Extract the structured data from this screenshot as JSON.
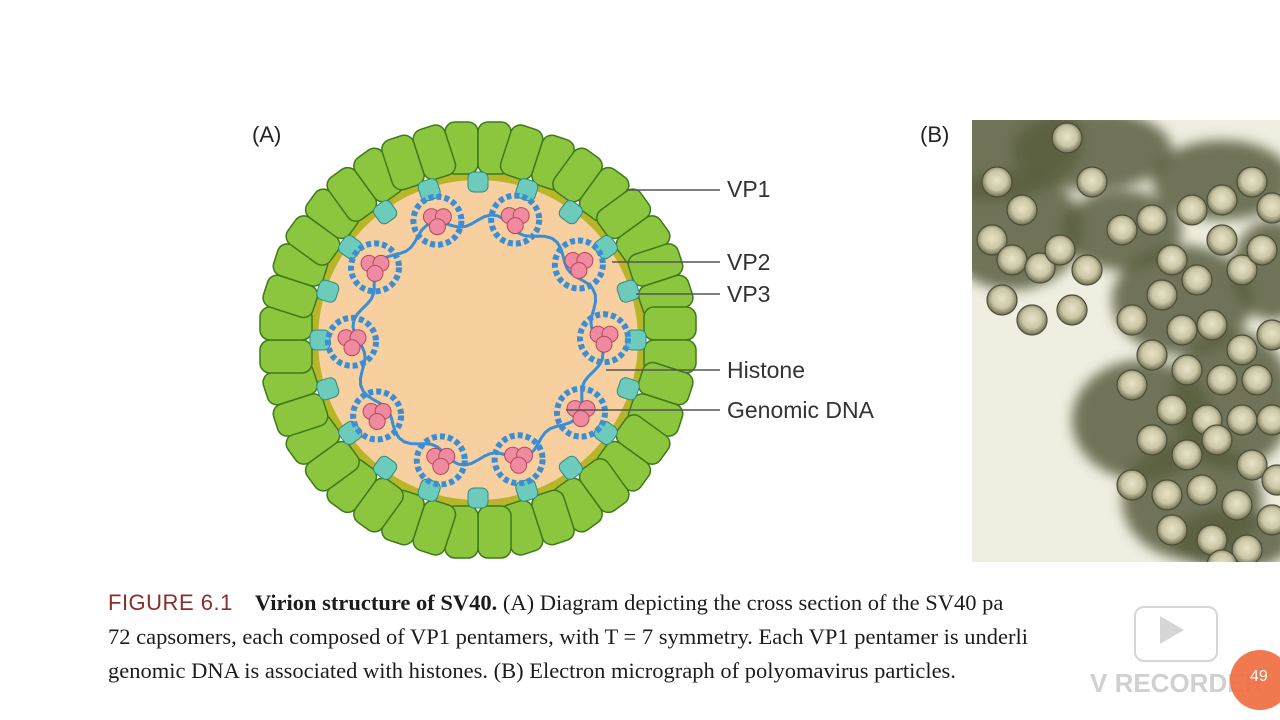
{
  "panels": {
    "a_label": "(A)",
    "b_label": "(B)"
  },
  "diagram_labels": {
    "vp1": "VP1",
    "vp2": "VP2",
    "vp3": "VP3",
    "histone": "Histone",
    "genomic_dna": "Genomic DNA"
  },
  "caption": {
    "figure_number": "FIGURE 6.1",
    "title": "Virion structure of SV40.",
    "line1_rest": "(A) Diagram depicting the cross section of the SV40 pa",
    "line2": "72 capsomers, each composed of VP1 pentamers, with T = 7 symmetry. Each VP1 pentamer is underli",
    "line3": "genomic DNA is associated with histones. (B) Electron micrograph of polyomavirus particles."
  },
  "overlay": {
    "watermark_text": "V RECORDER",
    "timer": "49"
  },
  "colors": {
    "capsomer_fill": "#8cc63f",
    "capsomer_stroke": "#3d7a18",
    "interior": "#f8cf9e",
    "ring": "#b7b52a",
    "vp2_vp3": "#6ccbbb",
    "histone": "#f08aa0",
    "dna": "#3b8ed6",
    "figure_number": "#8b2f2b"
  }
}
